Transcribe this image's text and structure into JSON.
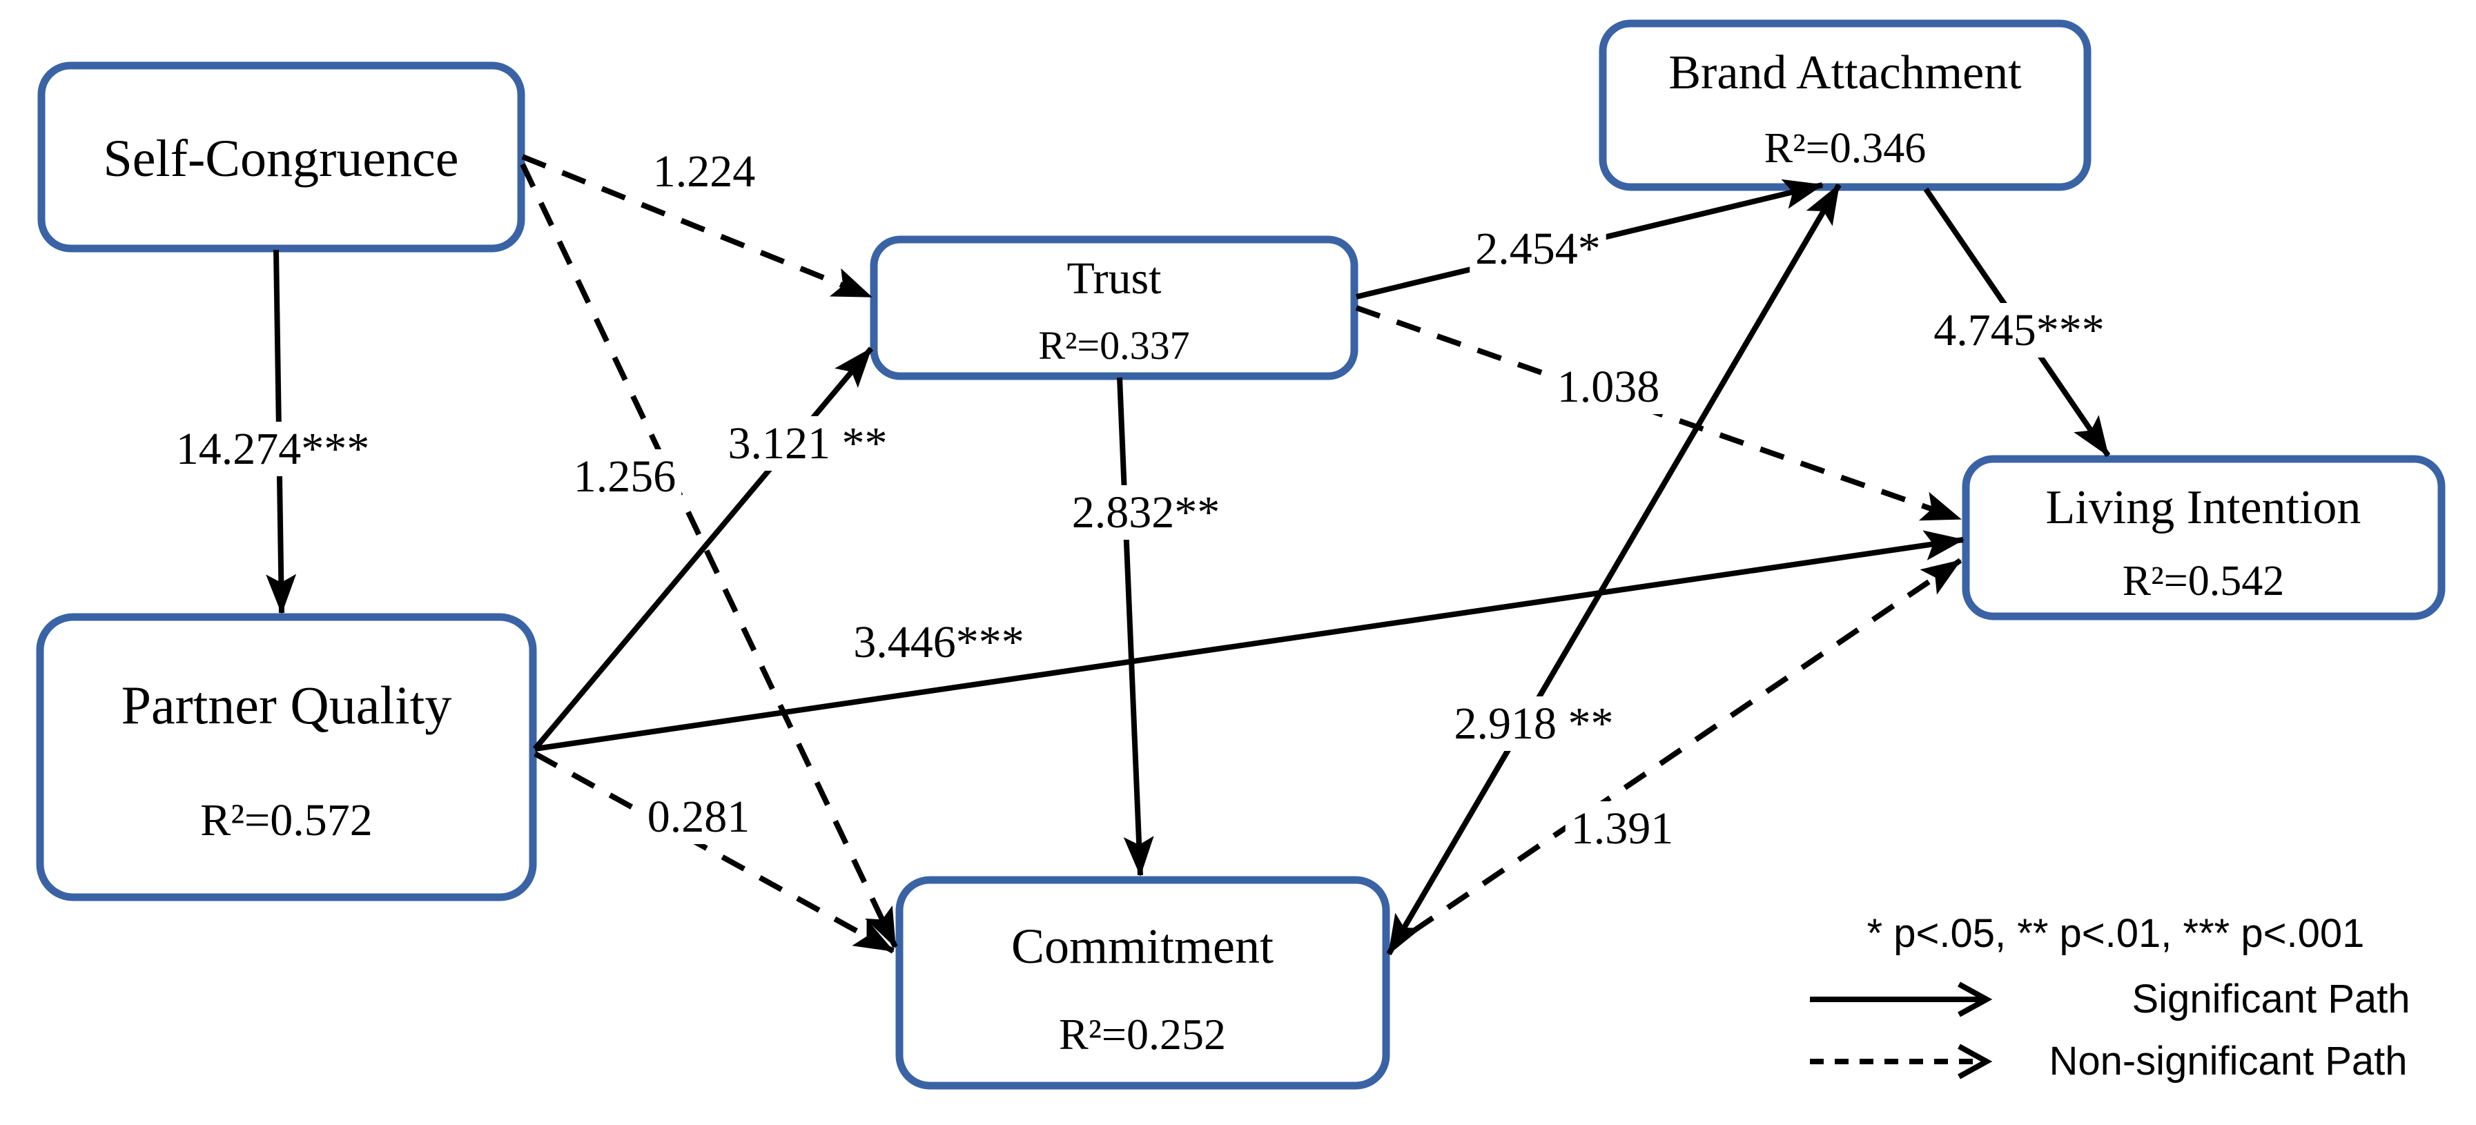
{
  "diagram": {
    "type": "structural equation model path diagram",
    "significance_note": "* p<.05, ** p<.01, *** p<.001"
  },
  "colors": {
    "node_border": "#3a63a5",
    "node_fill": "#ffffff",
    "line_color": "#000000",
    "text_color": "#000000",
    "background": "#ffffff"
  },
  "nodes": {
    "sc": {
      "label": "Self-Congruence"
    },
    "pq": {
      "label": "Partner Quality",
      "r2": "R²=0.572"
    },
    "trust": {
      "label": "Trust",
      "r2": "R²=0.337"
    },
    "ba": {
      "label": "Brand Attachment",
      "r2": "R²=0.346"
    },
    "li": {
      "label": "Living Intention",
      "r2": "R²=0.542"
    },
    "cm": {
      "label": "Commitment",
      "r2": "R²=0.252"
    }
  },
  "paths": {
    "sc_pq": {
      "from": "Self-Congruence",
      "to": "Partner Quality",
      "label": "14.274***",
      "significant": true
    },
    "sc_trust": {
      "from": "Self-Congruence",
      "to": "Trust",
      "label": "1.224",
      "significant": false
    },
    "sc_cm": {
      "from": "Self-Congruence",
      "to": "Commitment",
      "label": "1.256",
      "significant": false
    },
    "pq_trust": {
      "from": "Partner Quality",
      "to": "Trust",
      "label": "3.121 **",
      "significant": true
    },
    "pq_li": {
      "from": "Partner Quality",
      "to": "Living Intention",
      "label": "3.446***",
      "significant": true
    },
    "pq_cm": {
      "from": "Partner Quality",
      "to": "Commitment",
      "label": "0.281",
      "significant": false
    },
    "trust_ba": {
      "from": "Trust",
      "to": "Brand Attachment",
      "label": "2.454*",
      "significant": true
    },
    "trust_li": {
      "from": "Trust",
      "to": "Living Intention",
      "label": "1.038",
      "significant": false
    },
    "trust_cm": {
      "from": "Trust",
      "to": "Commitment",
      "label": "2.832**",
      "significant": true
    },
    "cm_ba": {
      "from": "Commitment",
      "to": "Brand Attachment",
      "label": "2.918 **",
      "significant": true
    },
    "cm_li": {
      "from": "Commitment",
      "to": "Living Intention",
      "label": "1.391",
      "significant": false
    },
    "ba_li": {
      "from": "Brand Attachment",
      "to": "Living Intention",
      "label": "4.745***",
      "significant": true
    }
  },
  "legend": {
    "p_note": "* p<.05, ** p<.01, *** p<.001",
    "significant_label": "Significant Path",
    "non_significant_label": "Non-significant Path"
  }
}
